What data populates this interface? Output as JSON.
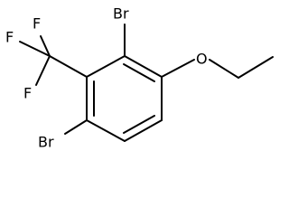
{
  "molecule": {
    "atoms": {
      "br_top": "Br",
      "br_bottom": "Br",
      "oxygen": "O",
      "f_top": "F",
      "f_left": "F",
      "f_lower": "F"
    },
    "bond_color": "#000000",
    "label_color": "#000000"
  }
}
